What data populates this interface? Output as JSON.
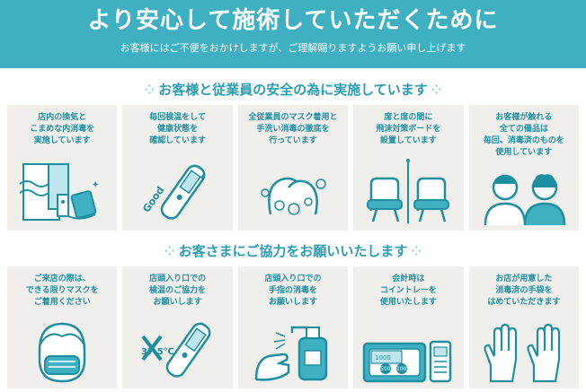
{
  "banner": {
    "title": "より安心して施術していただくために",
    "subtitle": "お客様にはご不便をおかけしますが、ご理解賜りますようお願い申し上げます",
    "color": "#3fb0c2"
  },
  "section1": {
    "title": "お客様と従業員の安全の為に実施しています",
    "cards": [
      {
        "text": "店内の換気と\nこまめな内消毒を\n実施しています",
        "icon": "ventilation-door-icon"
      },
      {
        "text": "毎回検温をして\n健康状態を\n確認しています",
        "icon": "thermometer-icon",
        "badge": "Good"
      },
      {
        "text": "全従業員のマスク着用と\n手洗い消毒の徹底を\n行っています",
        "icon": "hand-wash-icon"
      },
      {
        "text": "席と席の間に\n飛沫対策ボードを\n設置しています",
        "icon": "partition-chairs-icon"
      },
      {
        "text": "お客様が触れる\n全ての備品は\n毎回、消毒済のものを\n使用しています",
        "icon": "staff-icon"
      }
    ]
  },
  "section2": {
    "title": "お客さまにご協力をお願いいたします",
    "cards": [
      {
        "text": "ご来店の際は、\nできる限りマスクを\nご着用ください",
        "icon": "mask-face-icon"
      },
      {
        "text": "店頭入り口での\n検温のご協力を\nお願いします",
        "icon": "fever-thermometer-icon",
        "badge": "37.5℃"
      },
      {
        "text": "店頭入り口での\n手指の消毒を\nお願いします",
        "icon": "sanitizer-icon"
      },
      {
        "text": "会計時は\nコイントレーを\n使用いたします",
        "icon": "coin-tray-icon",
        "notes": [
          "1000",
          "500",
          "100"
        ]
      },
      {
        "text": "お店が用意した\n消毒済の手袋を\nはめていただきます",
        "icon": "gloves-icon"
      }
    ]
  }
}
